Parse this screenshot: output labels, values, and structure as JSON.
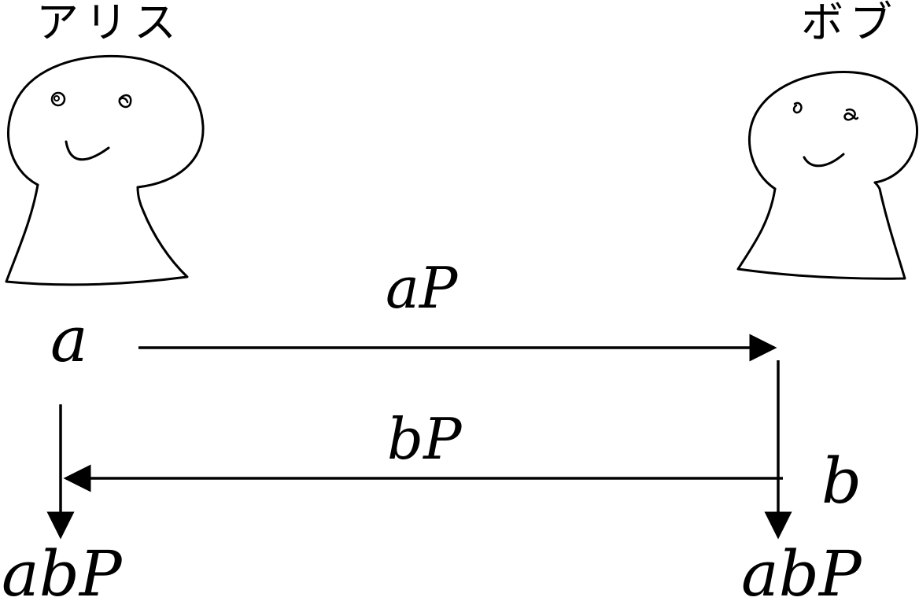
{
  "participants": {
    "alice": {
      "name": "アリス",
      "secret": "a",
      "shared": "abP"
    },
    "bob": {
      "name": "ボブ",
      "secret": "b",
      "shared": "abP"
    }
  },
  "messages": {
    "to_bob": "aP",
    "to_alice": "bP"
  },
  "icons": {
    "alice": "person-drawing-icon",
    "bob": "person-drawing-icon"
  }
}
